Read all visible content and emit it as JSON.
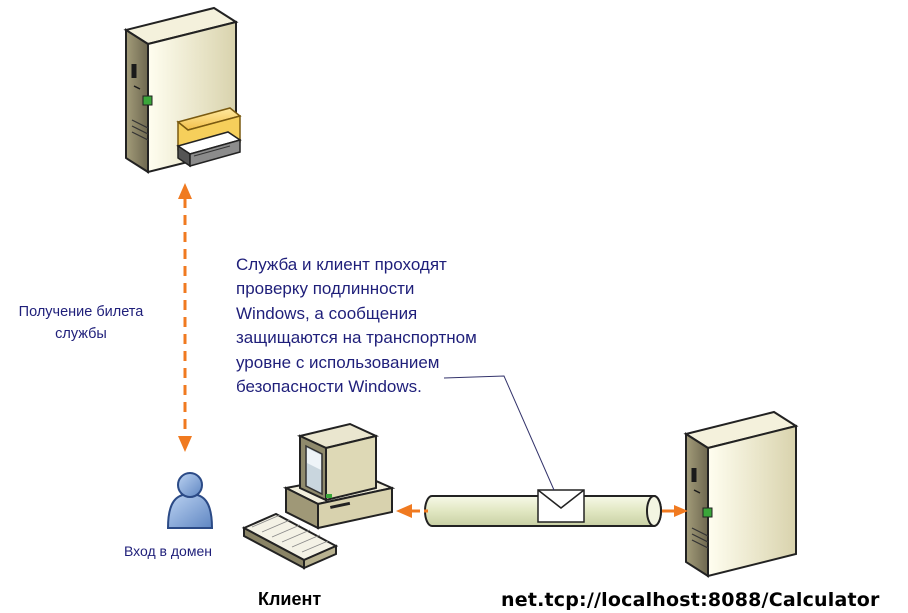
{
  "annotation": {
    "lines": [
      "Служба и клиент проходят",
      "проверку подлинности",
      "Windows, а сообщения",
      "защищаются на транспортном",
      "уровне с использованием",
      "безопасности Windows."
    ]
  },
  "ticket_label": [
    "Получение билета",
    "службы"
  ],
  "login_label": "Вход в домен",
  "client_label": "Клиент",
  "endpoint_label": "net.tcp://localhost:8088/Calculator",
  "colors": {
    "arrow": "#f07a20",
    "text": "#1f1f7a",
    "server_body": "#ece7cb",
    "pipe": "#e8edcf"
  },
  "icons": [
    "kdc-server-icon",
    "ticket-folder-icon",
    "user-icon",
    "client-computer-icon",
    "keyboard-icon",
    "service-server-icon",
    "envelope-icon"
  ]
}
